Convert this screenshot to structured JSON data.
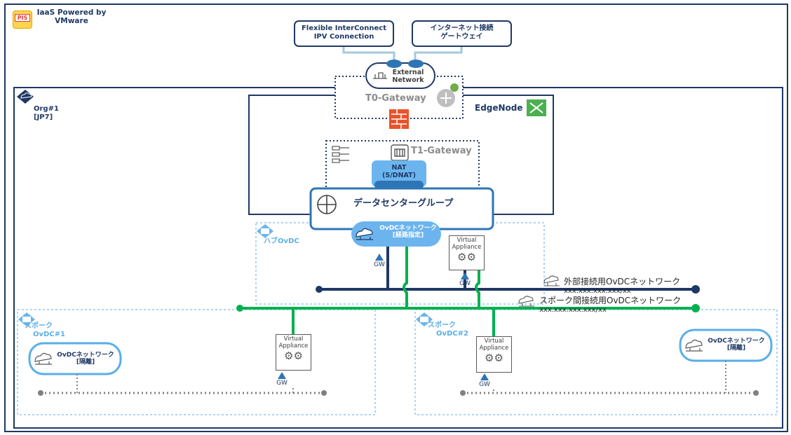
{
  "brand": {
    "badge": "PIS",
    "line1": "IaaS Powered by",
    "line2": "VMware"
  },
  "top_boxes": [
    {
      "line1": "Flexible InterConnect",
      "line2": "IPV Connection"
    },
    {
      "line1": "インターネット接続",
      "line2": "ゲートウェイ"
    }
  ],
  "external_network": {
    "line1": "External",
    "line2": "Network"
  },
  "org": {
    "line1": "Org#1",
    "line2": "[JP7]"
  },
  "t0_label": "T0-Gateway",
  "edge_label": "EdgeNode",
  "t1_label": "T1-Gateway",
  "nat": {
    "line1": "NAT",
    "line2": "(S/DNAT)"
  },
  "dcgroup_label": "データセンターグループ",
  "routed_net": {
    "line1": "OvDCネットワーク",
    "line2": "[経路指定]"
  },
  "hub_label": "ハブOvDC",
  "virtual_appliance": {
    "line1": "Virtual",
    "line2": "Appliance"
  },
  "gw_label": "GW",
  "external_ovdc": {
    "label": "外部接続用OvDCネットワーク",
    "cidr": "xxx.xxx.xxx.xxx/xx"
  },
  "spoke_ovdc": {
    "label": "スポーク間接続用OvDCネットワーク",
    "cidr": "xxx.xxx.xxx.xxx/xx"
  },
  "spoke1": {
    "line1": "スポーク",
    "line2": "OvDC#1"
  },
  "spoke2": {
    "line1": "スポーク",
    "line2": "OvDC#2"
  },
  "isolated_net": {
    "line1": "OvDCネットワーク",
    "line2": "[隔離]"
  },
  "colors": {
    "navy": "#1f3864",
    "green": "#00b050",
    "light_blue": "#5aaee8",
    "firewall": "#e8532b"
  }
}
